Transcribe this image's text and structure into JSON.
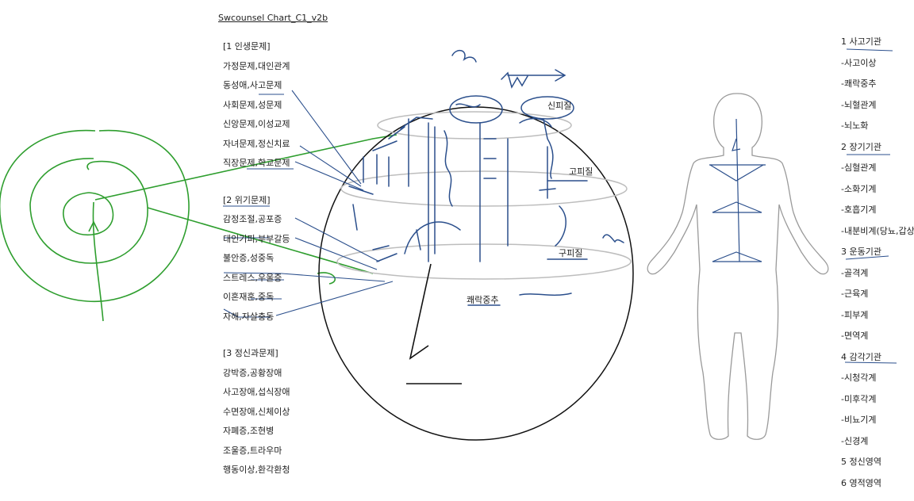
{
  "title": "Swcounsel Chart_C1_v2b",
  "left_list": {
    "groups": [
      {
        "heading": "[1 인생문제]",
        "items": [
          "가정문제,대인관계",
          "동성애,사고문제",
          "사회문제,성문제",
          "신앙문제,이성교제",
          "자녀문제,정신치료",
          "직장문제,학교문제"
        ]
      },
      {
        "heading": "[2 위기문제]",
        "items": [
          "감정조절,공포증",
          "대인기피,부부갈등",
          "불안증,성중독",
          "스트레스,우울증",
          "이혼재혼,중독",
          "자해,자살충동"
        ]
      },
      {
        "heading": "[3 정신과문제]",
        "items": [
          "강박증,공황장애",
          "사고장애,섭식장애",
          "수면장애,신체이상",
          "자폐증,조현병",
          "조울증,트라우마",
          "행동이상,환각환청"
        ]
      }
    ]
  },
  "right_list": {
    "items": [
      "1 사고기관",
      "-사고이상",
      "-쾌락중추",
      "-뇌혈관계",
      "-뇌노화",
      "2 장기기관",
      "-심혈관계",
      "-소화기계",
      "-호흡기계",
      "-내분비계(당뇨,갑상",
      "3 운동기관",
      "-골격계",
      "-근육계",
      "-피부계",
      "-면역계",
      "4 감각기관",
      "-시청각계",
      "-미후각계",
      "-비뇨기계",
      "-신경계",
      "5 정신영역",
      "6 영적영역"
    ]
  },
  "diagram_labels": {
    "sinpijil": "신피질",
    "gopijil": "고피질",
    "gupijil": "구피질",
    "kwaerak": "쾌락중추"
  },
  "colors": {
    "ink_blue": "#2b4f8c",
    "ink_green": "#2e9e2e",
    "ring_gray": "#bdbdbd",
    "outline": "#111111",
    "body_outline": "#9a9a9a"
  }
}
